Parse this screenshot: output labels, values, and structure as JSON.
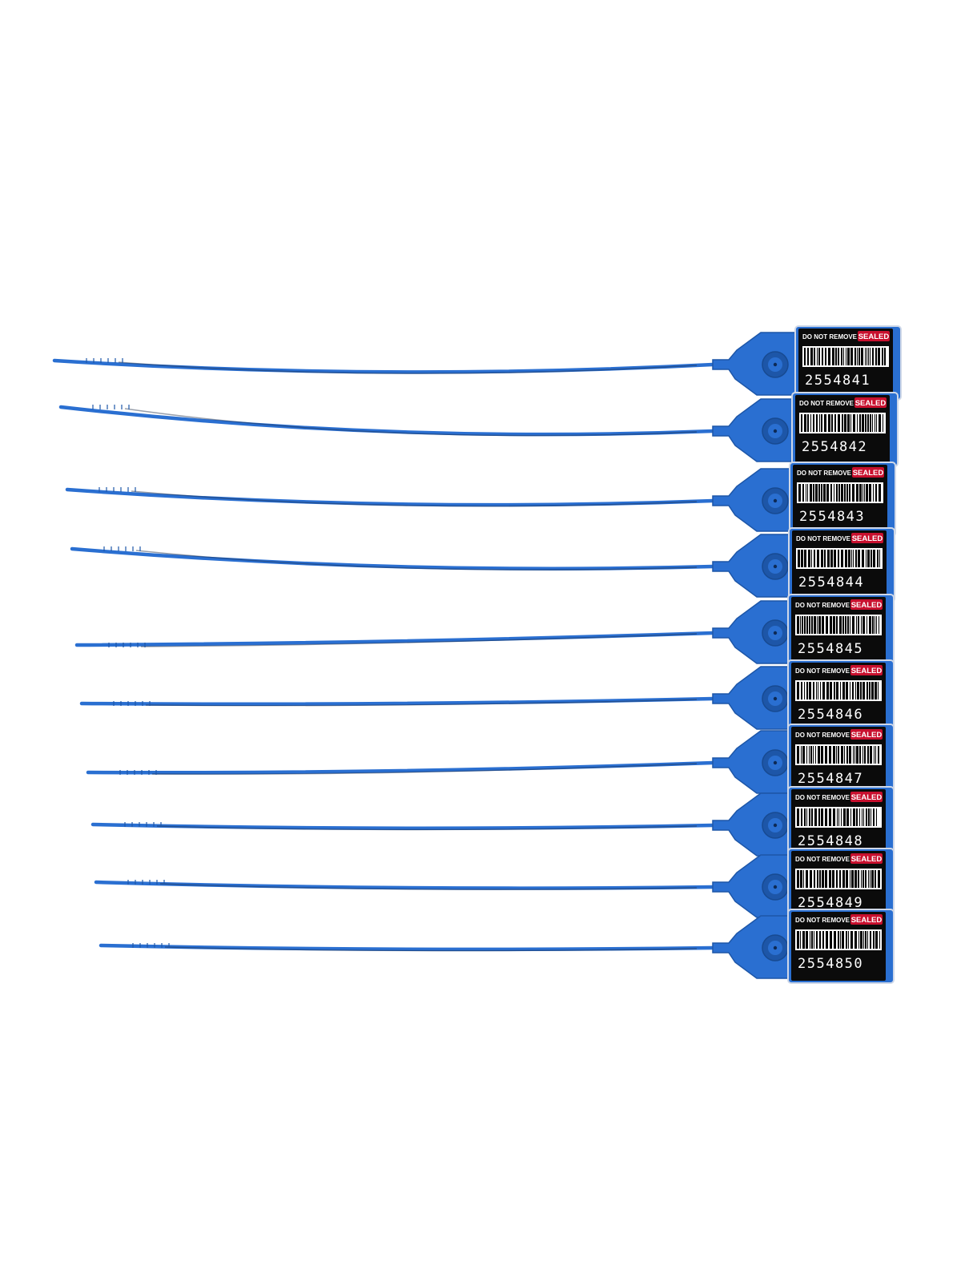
{
  "colors": {
    "background": "#ffffff",
    "seal_blue": "#2a6fd1",
    "seal_blue_dark": "#1d56a8",
    "label_black": "#0b0b0b",
    "label_red": "#c8102e",
    "label_text_white": "#ffffff"
  },
  "seals": [
    {
      "warning_text": "DO NOT REMOVE",
      "status_text": "SEALED",
      "serial": "2554841"
    },
    {
      "warning_text": "DO NOT REMOVE",
      "status_text": "SEALED",
      "serial": "2554842"
    },
    {
      "warning_text": "DO NOT REMOVE",
      "status_text": "SEALED",
      "serial": "2554843"
    },
    {
      "warning_text": "DO NOT REMOVE",
      "status_text": "SEALED",
      "serial": "2554844"
    },
    {
      "warning_text": "DO NOT REMOVE",
      "status_text": "SEALED",
      "serial": "2554845"
    },
    {
      "warning_text": "DO NOT REMOVE",
      "status_text": "SEALED",
      "serial": "2554846"
    },
    {
      "warning_text": "DO NOT REMOVE",
      "status_text": "SEALED",
      "serial": "2554847"
    },
    {
      "warning_text": "DO NOT REMOVE",
      "status_text": "SEALED",
      "serial": "2554848"
    },
    {
      "warning_text": "DO NOT REMOVE",
      "status_text": "SEALED",
      "serial": "2554849"
    },
    {
      "warning_text": "DO NOT REMOVE",
      "status_text": "SEALED",
      "serial": "2554850"
    }
  ]
}
